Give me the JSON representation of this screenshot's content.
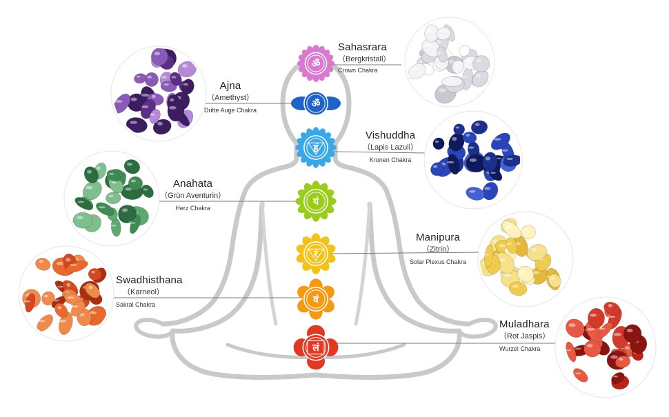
{
  "chakras": [
    {
      "id": "sahasrara",
      "name": "Sahasrara",
      "stone": "（Bergkristall）",
      "desc": "Crown Chakra",
      "symbol": "ॐ",
      "color": "#d77ad0",
      "inner": "#ffffff",
      "stone_colors": [
        "#f4f4f6",
        "#d9dbe0",
        "#ffffff",
        "#c6c9cf"
      ]
    },
    {
      "id": "ajna",
      "name": "Ajna",
      "stone": "（Amethyst）",
      "desc": "Dritte Auge Chakra",
      "symbol": "ॐ",
      "color": "#1e63c6",
      "inner": "#ffffff",
      "stone_colors": [
        "#5b2f86",
        "#8a5bb6",
        "#3d1c5f",
        "#b48ad6"
      ]
    },
    {
      "id": "vishuddha",
      "name": "Vishuddha",
      "stone": "（Lapis Lazuli）",
      "desc": "Kronen Chakra",
      "symbol": "हं",
      "color": "#3aa8e6",
      "inner": "#ffffff",
      "stone_colors": [
        "#1c2f8c",
        "#2a45b8",
        "#0f1a5c",
        "#4560d0"
      ]
    },
    {
      "id": "anahata",
      "name": "Anahata",
      "stone": "（Grün Aventurin）",
      "desc": "Herz Chakra",
      "symbol": "यं",
      "color": "#9bcc1c",
      "inner": "#ffffff",
      "stone_colors": [
        "#3f8a55",
        "#5fa872",
        "#2d6b40",
        "#7fbf8e"
      ]
    },
    {
      "id": "manipura",
      "name": "Manipura",
      "stone": "（Zitrin）",
      "desc": "Solar Plexus Chakra",
      "symbol": "रं",
      "color": "#f3c21a",
      "inner": "#ffffff",
      "stone_colors": [
        "#f6e08a",
        "#f0cc4c",
        "#fff3bb",
        "#e6b83a"
      ]
    },
    {
      "id": "swadhisthana",
      "name": "Swadhisthana",
      "stone": "（Karneol）",
      "desc": "Sakral Chakra",
      "symbol": "वं",
      "color": "#f29a15",
      "inner": "#ffffff",
      "stone_colors": [
        "#d3481e",
        "#e8682e",
        "#a8300f",
        "#f08a4c"
      ]
    },
    {
      "id": "muladhara",
      "name": "Muladhara",
      "stone": "（Rot Jaspis）",
      "desc": "Wurzel Chakra",
      "symbol": "लं",
      "color": "#e23a22",
      "inner": "#ffffff",
      "stone_colors": [
        "#b82418",
        "#d23a2a",
        "#8a1410",
        "#e65a44"
      ]
    }
  ],
  "colors": {
    "outline": "#c9c9c9",
    "body_fill": "#ffffff",
    "connector": "#7a7a7a"
  }
}
